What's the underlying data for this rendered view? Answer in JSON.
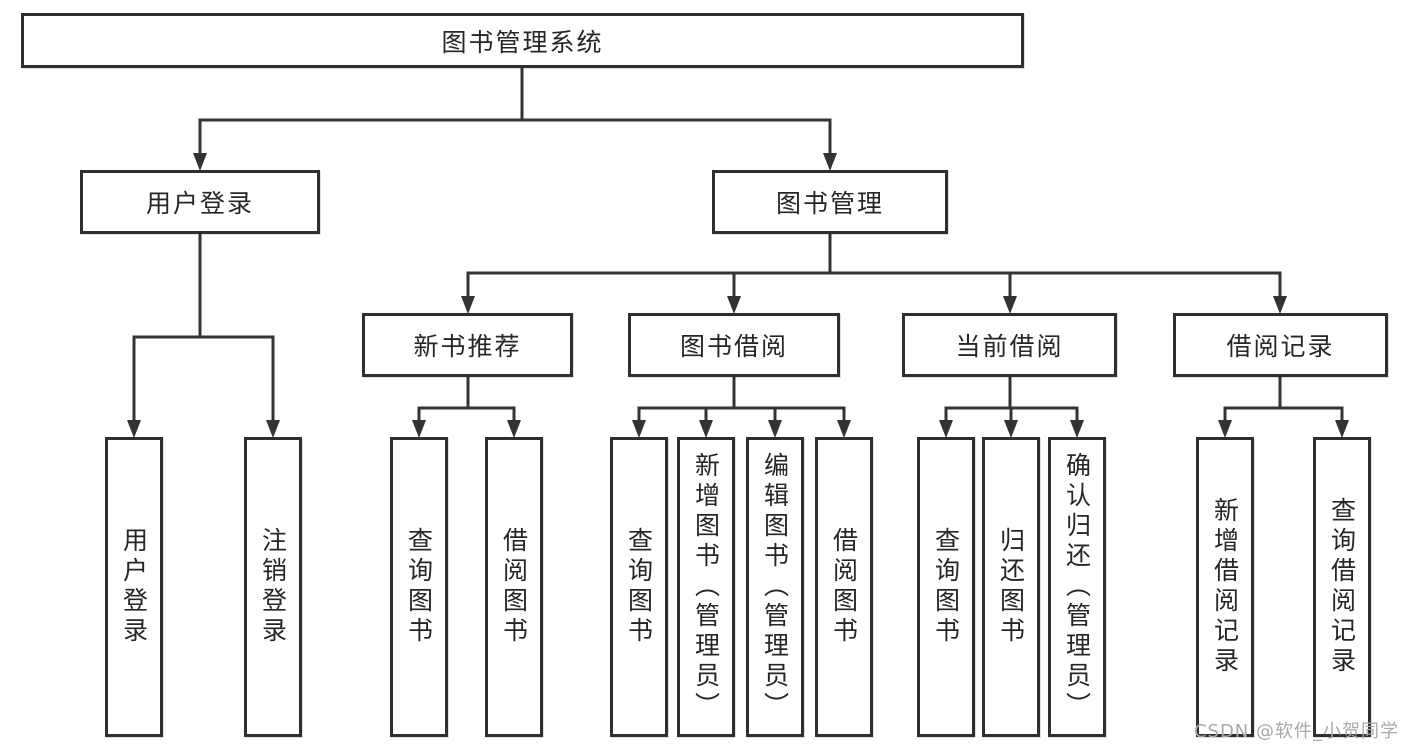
{
  "colors": {
    "bg_color": "#ffffff",
    "line_color": "#333333",
    "border_color": "#2f2f2f",
    "text_color": "#262626",
    "watermark_color": "#a9a9a9"
  },
  "tree": {
    "label": "图书管理系统",
    "children": [
      {
        "label": "用户登录",
        "children": [
          {
            "label": "用户登录"
          },
          {
            "label": "注销登录"
          }
        ]
      },
      {
        "label": "图书管理",
        "children": [
          {
            "label": "新书推荐",
            "children": [
              {
                "label": "查询图书"
              },
              {
                "label": "借阅图书"
              }
            ]
          },
          {
            "label": "图书借阅",
            "children": [
              {
                "label": "查询图书"
              },
              {
                "label": "新增图书（管理员）"
              },
              {
                "label": "编辑图书（管理员）"
              },
              {
                "label": "借阅图书"
              }
            ]
          },
          {
            "label": "当前借阅",
            "children": [
              {
                "label": "查询图书"
              },
              {
                "label": "归还图书"
              },
              {
                "label": "确认归还（管理员）"
              }
            ]
          },
          {
            "label": "借阅记录",
            "children": [
              {
                "label": "新增借阅记录"
              },
              {
                "label": "查询借阅记录"
              }
            ]
          }
        ]
      }
    ]
  },
  "watermark": "CSDN @软件_小贺同学"
}
